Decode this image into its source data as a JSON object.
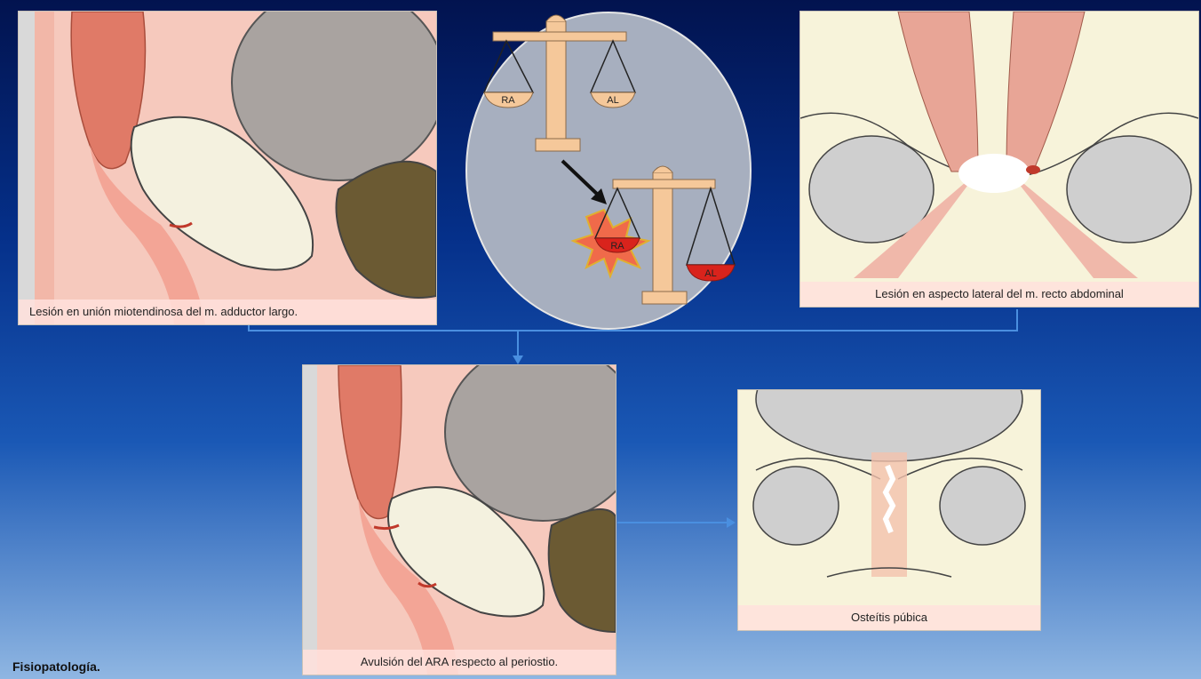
{
  "panels": {
    "top_left": {
      "caption": "Lesión en unión miotendinosa del m. adductor largo."
    },
    "balance": {
      "top_left_pan": "RA",
      "top_right_pan": "AL",
      "bottom_left_pan": "RA",
      "bottom_right_pan": "AL"
    },
    "top_right": {
      "caption": "Lesión en aspecto lateral del m. recto abdominal"
    },
    "bottom_left": {
      "caption": "Avulsión del ARA respecto al periostio."
    },
    "bottom_right": {
      "caption": "Osteítis púbica"
    }
  },
  "footer": "Fisiopatología."
}
